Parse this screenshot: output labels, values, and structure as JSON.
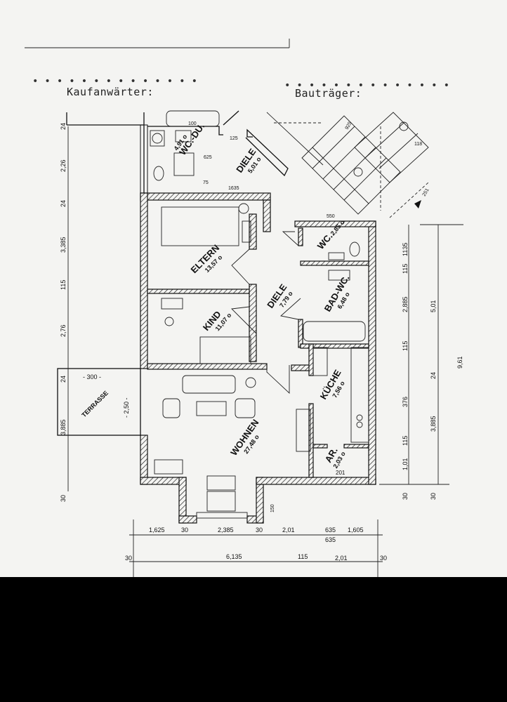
{
  "header": {
    "buyer_label": "Kaufanwärter:",
    "developer_label": "Bauträger:"
  },
  "rooms": [
    {
      "name": "WC.-DU.",
      "area": "4,91 o"
    },
    {
      "name": "DIELE",
      "area": "5,01 o"
    },
    {
      "name": "ELTERN",
      "area": "13,57 o"
    },
    {
      "name": "KIND",
      "area": "11,07 o"
    },
    {
      "name": "DIELE",
      "area": "7,79 o"
    },
    {
      "name": "WC.",
      "area": "2,85 o"
    },
    {
      "name": "BAD-WC.",
      "area": "6,48 o"
    },
    {
      "name": "KÜCHE",
      "area": "7,56 o"
    },
    {
      "name": "WOHNEN",
      "area": "27,48 o"
    },
    {
      "name": "AR.",
      "area": "2,03 o"
    },
    {
      "name": "TERRASSE",
      "area": ""
    }
  ],
  "terrace_dims": {
    "width": "- 300 -",
    "depth": "- 2,50 -",
    "side": "3,885",
    "top": "24"
  },
  "left_dims": [
    "24",
    "2,26",
    "24",
    "3,385",
    "115",
    "2,76",
    "24",
    "3,885",
    "30"
  ],
  "right_dims_inner": [
    "1135",
    "115",
    "2,885",
    "115",
    "376",
    "115",
    "1,01",
    "30"
  ],
  "right_dims_outer": [
    "5,01",
    "24",
    "3,885",
    "30"
  ],
  "total_height": "9,61",
  "bottom_dims_row1": [
    "1,625",
    "30",
    "2,385",
    "30",
    "2,01",
    "635",
    "635",
    "1,605"
  ],
  "bottom_dims_row2": [
    "30",
    "6,135",
    "115",
    "2,01",
    "30"
  ],
  "misc_dims": [
    "100",
    "125",
    "1635",
    "625",
    "75",
    "550",
    "150",
    "201",
    "251",
    "118",
    "925"
  ]
}
